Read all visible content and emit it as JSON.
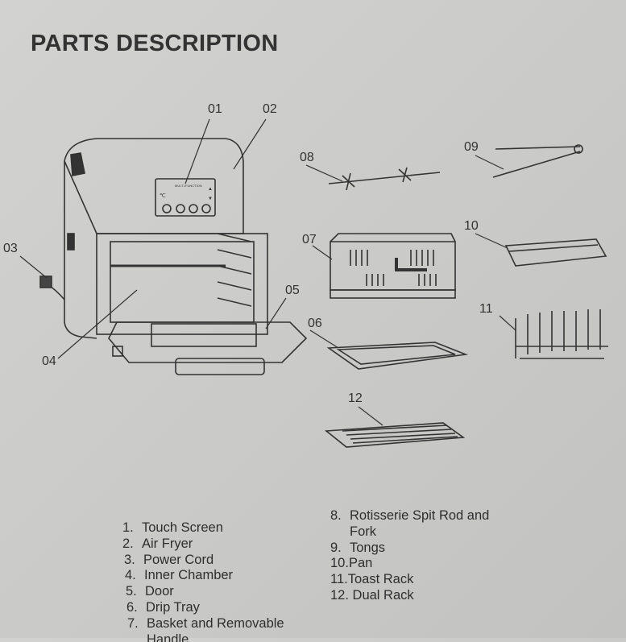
{
  "title": "PARTS DESCRIPTION",
  "callouts": [
    "01",
    "02",
    "03",
    "04",
    "05",
    "06",
    "07",
    "08",
    "09",
    "10",
    "11",
    "12"
  ],
  "parts_left": [
    {
      "n": "1.",
      "label": "Touch Screen"
    },
    {
      "n": "2.",
      "label": "Air Fryer"
    },
    {
      "n": "3.",
      "label": "Power Cord"
    },
    {
      "n": "4.",
      "label": "Inner Chamber"
    },
    {
      "n": "5.",
      "label": "Door"
    },
    {
      "n": "6.",
      "label": "Drip Tray"
    },
    {
      "n": "7.",
      "label": "Basket and Removable"
    },
    {
      "n": "",
      "label": "Handle"
    }
  ],
  "parts_right": [
    {
      "n": "8.",
      "label": "Rotisserie Spit Rod and"
    },
    {
      "n": "",
      "label": "Fork"
    },
    {
      "n": "9.",
      "label": "Tongs"
    },
    {
      "n": "10.",
      "label": "Pan"
    },
    {
      "n": "11.",
      "label": "Toast Rack"
    },
    {
      "n": "12.",
      "label": "Dual Rack"
    }
  ]
}
